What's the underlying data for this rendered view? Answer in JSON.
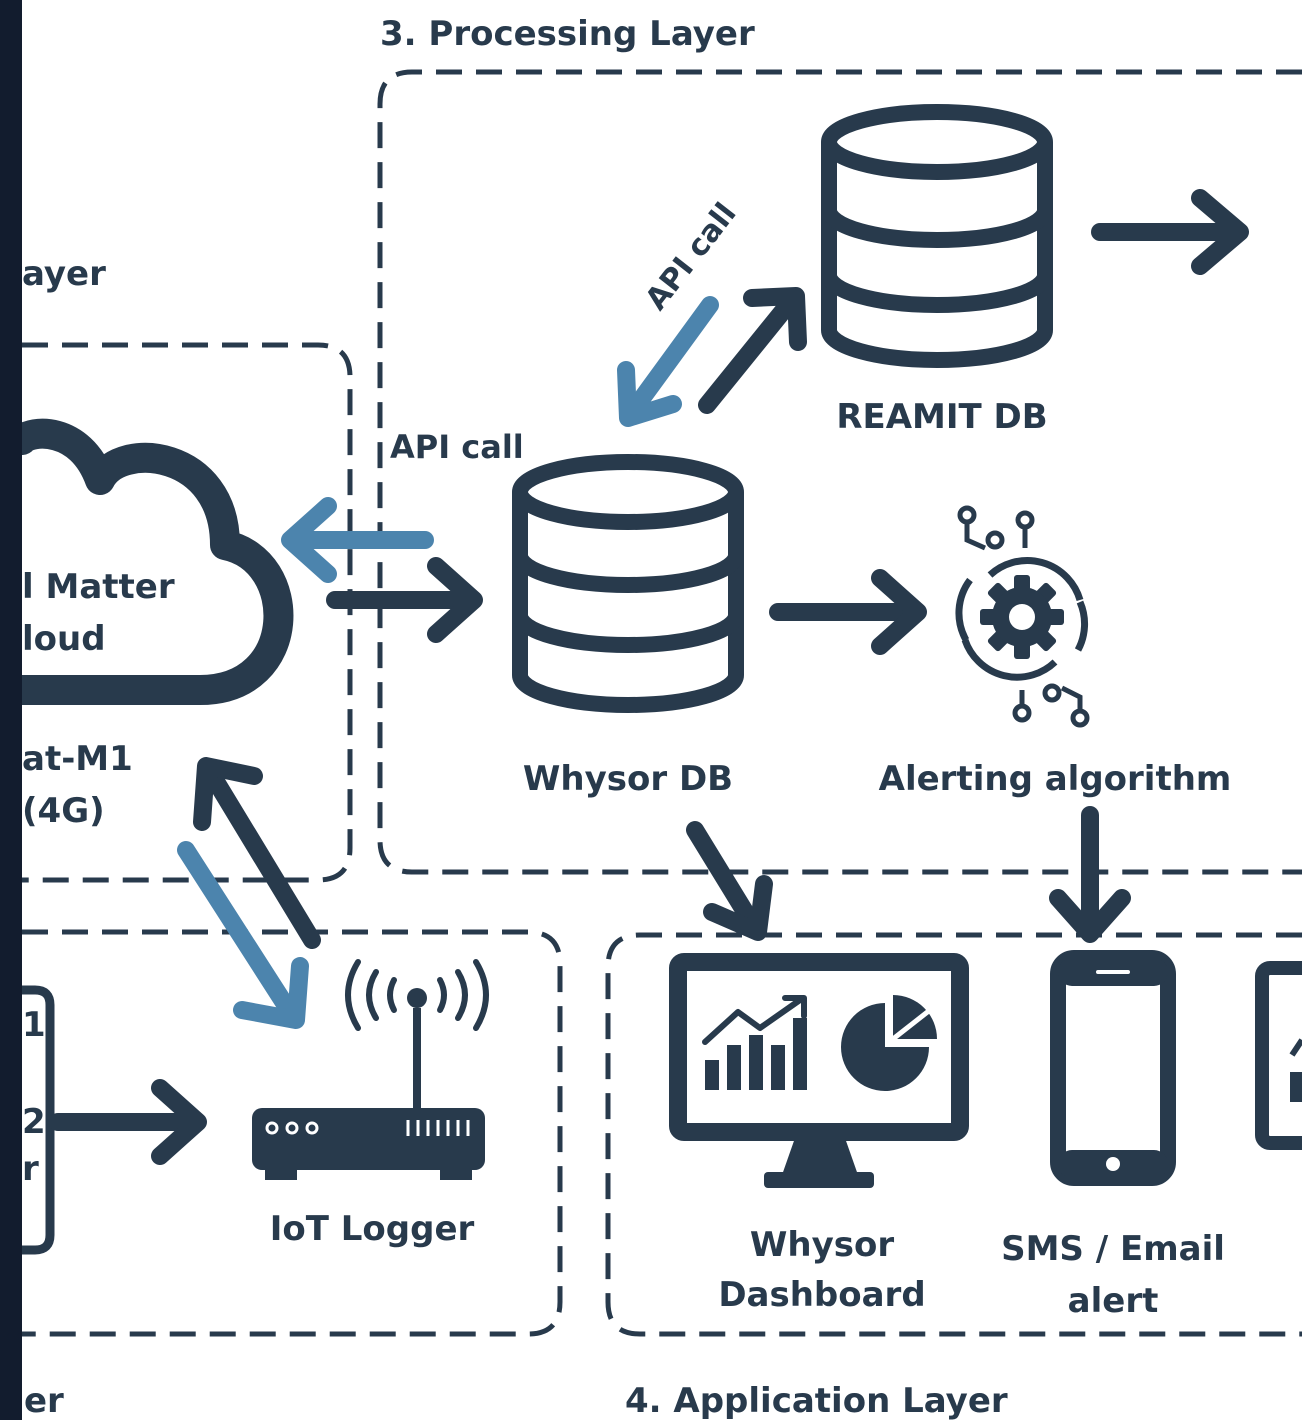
{
  "layers": {
    "processing_title": "3. Processing Layer",
    "application_title": "4. Application Layer",
    "network_title_fragment": "ayer",
    "device_title_fragment": "er"
  },
  "cloud": {
    "label_line1": "l Matter",
    "label_line2": "loud",
    "conn_line1": "at-M1",
    "conn_line2": "(4G)"
  },
  "edges": {
    "api_call_left": "API call",
    "api_call_top": "API call"
  },
  "nodes": {
    "reamit_db": "REAMIT DB",
    "whysor_db": "Whysor DB",
    "alerting": "Alerting algorithm",
    "iot_logger": "IoT Logger",
    "dashboard_line1": "Whysor",
    "dashboard_line2": "Dashboard",
    "sms_line1": "SMS / Email",
    "sms_line2": "alert",
    "sensor_frag1": "1",
    "sensor_frag2": "2",
    "sensor_frag3": "r"
  },
  "colors": {
    "dark": "#283a4c",
    "accent_blue": "#4c84ad",
    "left_strip": "#121c2e",
    "background": "#ffffff"
  }
}
